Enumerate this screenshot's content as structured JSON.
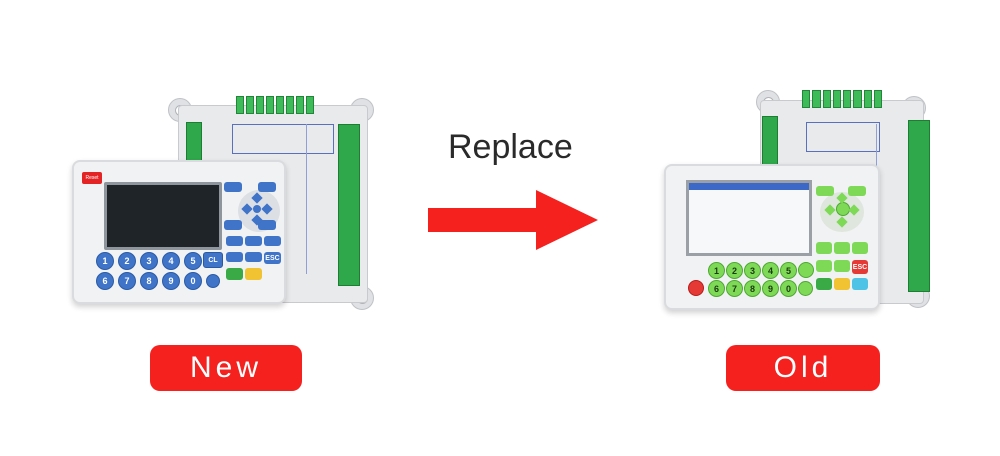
{
  "heading": {
    "replace": "Replace"
  },
  "labels": {
    "new": "New",
    "old": "Old"
  },
  "new_handset": {
    "buttons": {
      "reset": "Reset",
      "cl": "CL",
      "esc": "ESC"
    },
    "keys": [
      "1",
      "2",
      "3",
      "4",
      "5",
      "6",
      "7",
      "8",
      "9",
      "0"
    ]
  },
  "old_handset": {
    "buttons": {
      "esc": "ESC"
    },
    "keys": [
      "1",
      "2",
      "3",
      "4",
      "5",
      "6",
      "7",
      "8",
      "9",
      "0"
    ]
  },
  "colors": {
    "accent_red": "#f4211f",
    "key_blue": "#3f74c9",
    "key_green": "#7ed957",
    "terminal_green": "#2ea84a"
  }
}
